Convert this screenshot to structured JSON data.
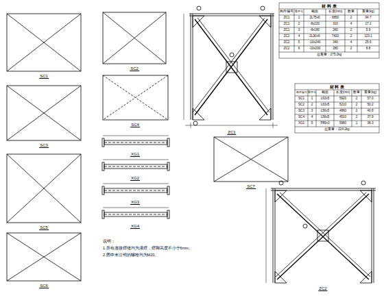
{
  "diagram": {
    "labels": [
      "SC1",
      "SC2",
      "SC3",
      "SC4",
      "SC5",
      "SC6",
      "SC7",
      "XG1",
      "XG2",
      "XG3",
      "XG4",
      "ZC1",
      "ZC2",
      "说明：",
      "1.所有连接焊缝均为满焊，焊脚高度不小于6mm。",
      "2.图中未注明的螺栓均为M20。",
      "材 料 表",
      "构件编号",
      "零件号",
      "截面",
      "长度(mm)",
      "数量",
      "重量(kg)",
      "ZC1",
      "1",
      "2L75x6",
      "6850",
      "2",
      "94.7",
      "ZC1",
      "2",
      "-8x220",
      "310",
      "4",
      "17.1",
      "ZC1",
      "3",
      "-8x180",
      "260",
      "2",
      "5.9",
      "ZC2",
      "4",
      "2L90x6",
      "7420",
      "2",
      "123.1",
      "ZC2",
      "5",
      "-10x240",
      "340",
      "4",
      "25.6",
      "ZC2",
      "6",
      "-10x200",
      "280",
      "2",
      "8.8",
      "总重量：275.2kg",
      "材 料 表",
      "构件编号",
      "零件号",
      "截面",
      "长度(mm)",
      "数量",
      "重量(kg)",
      "SC1",
      "1",
      "L63x5",
      "5920",
      "2",
      "57.0",
      "SC2",
      "2",
      "L63x5",
      "5210",
      "2",
      "50.2",
      "SC3",
      "3",
      "L56x5",
      "4860",
      "2",
      "40.8",
      "SC4",
      "4",
      "L56x5",
      "4510",
      "2",
      "37.9",
      "XG1",
      "5",
      "P89x3",
      "5980",
      "1",
      "38.3",
      "总重量：224.2kg"
    ]
  }
}
